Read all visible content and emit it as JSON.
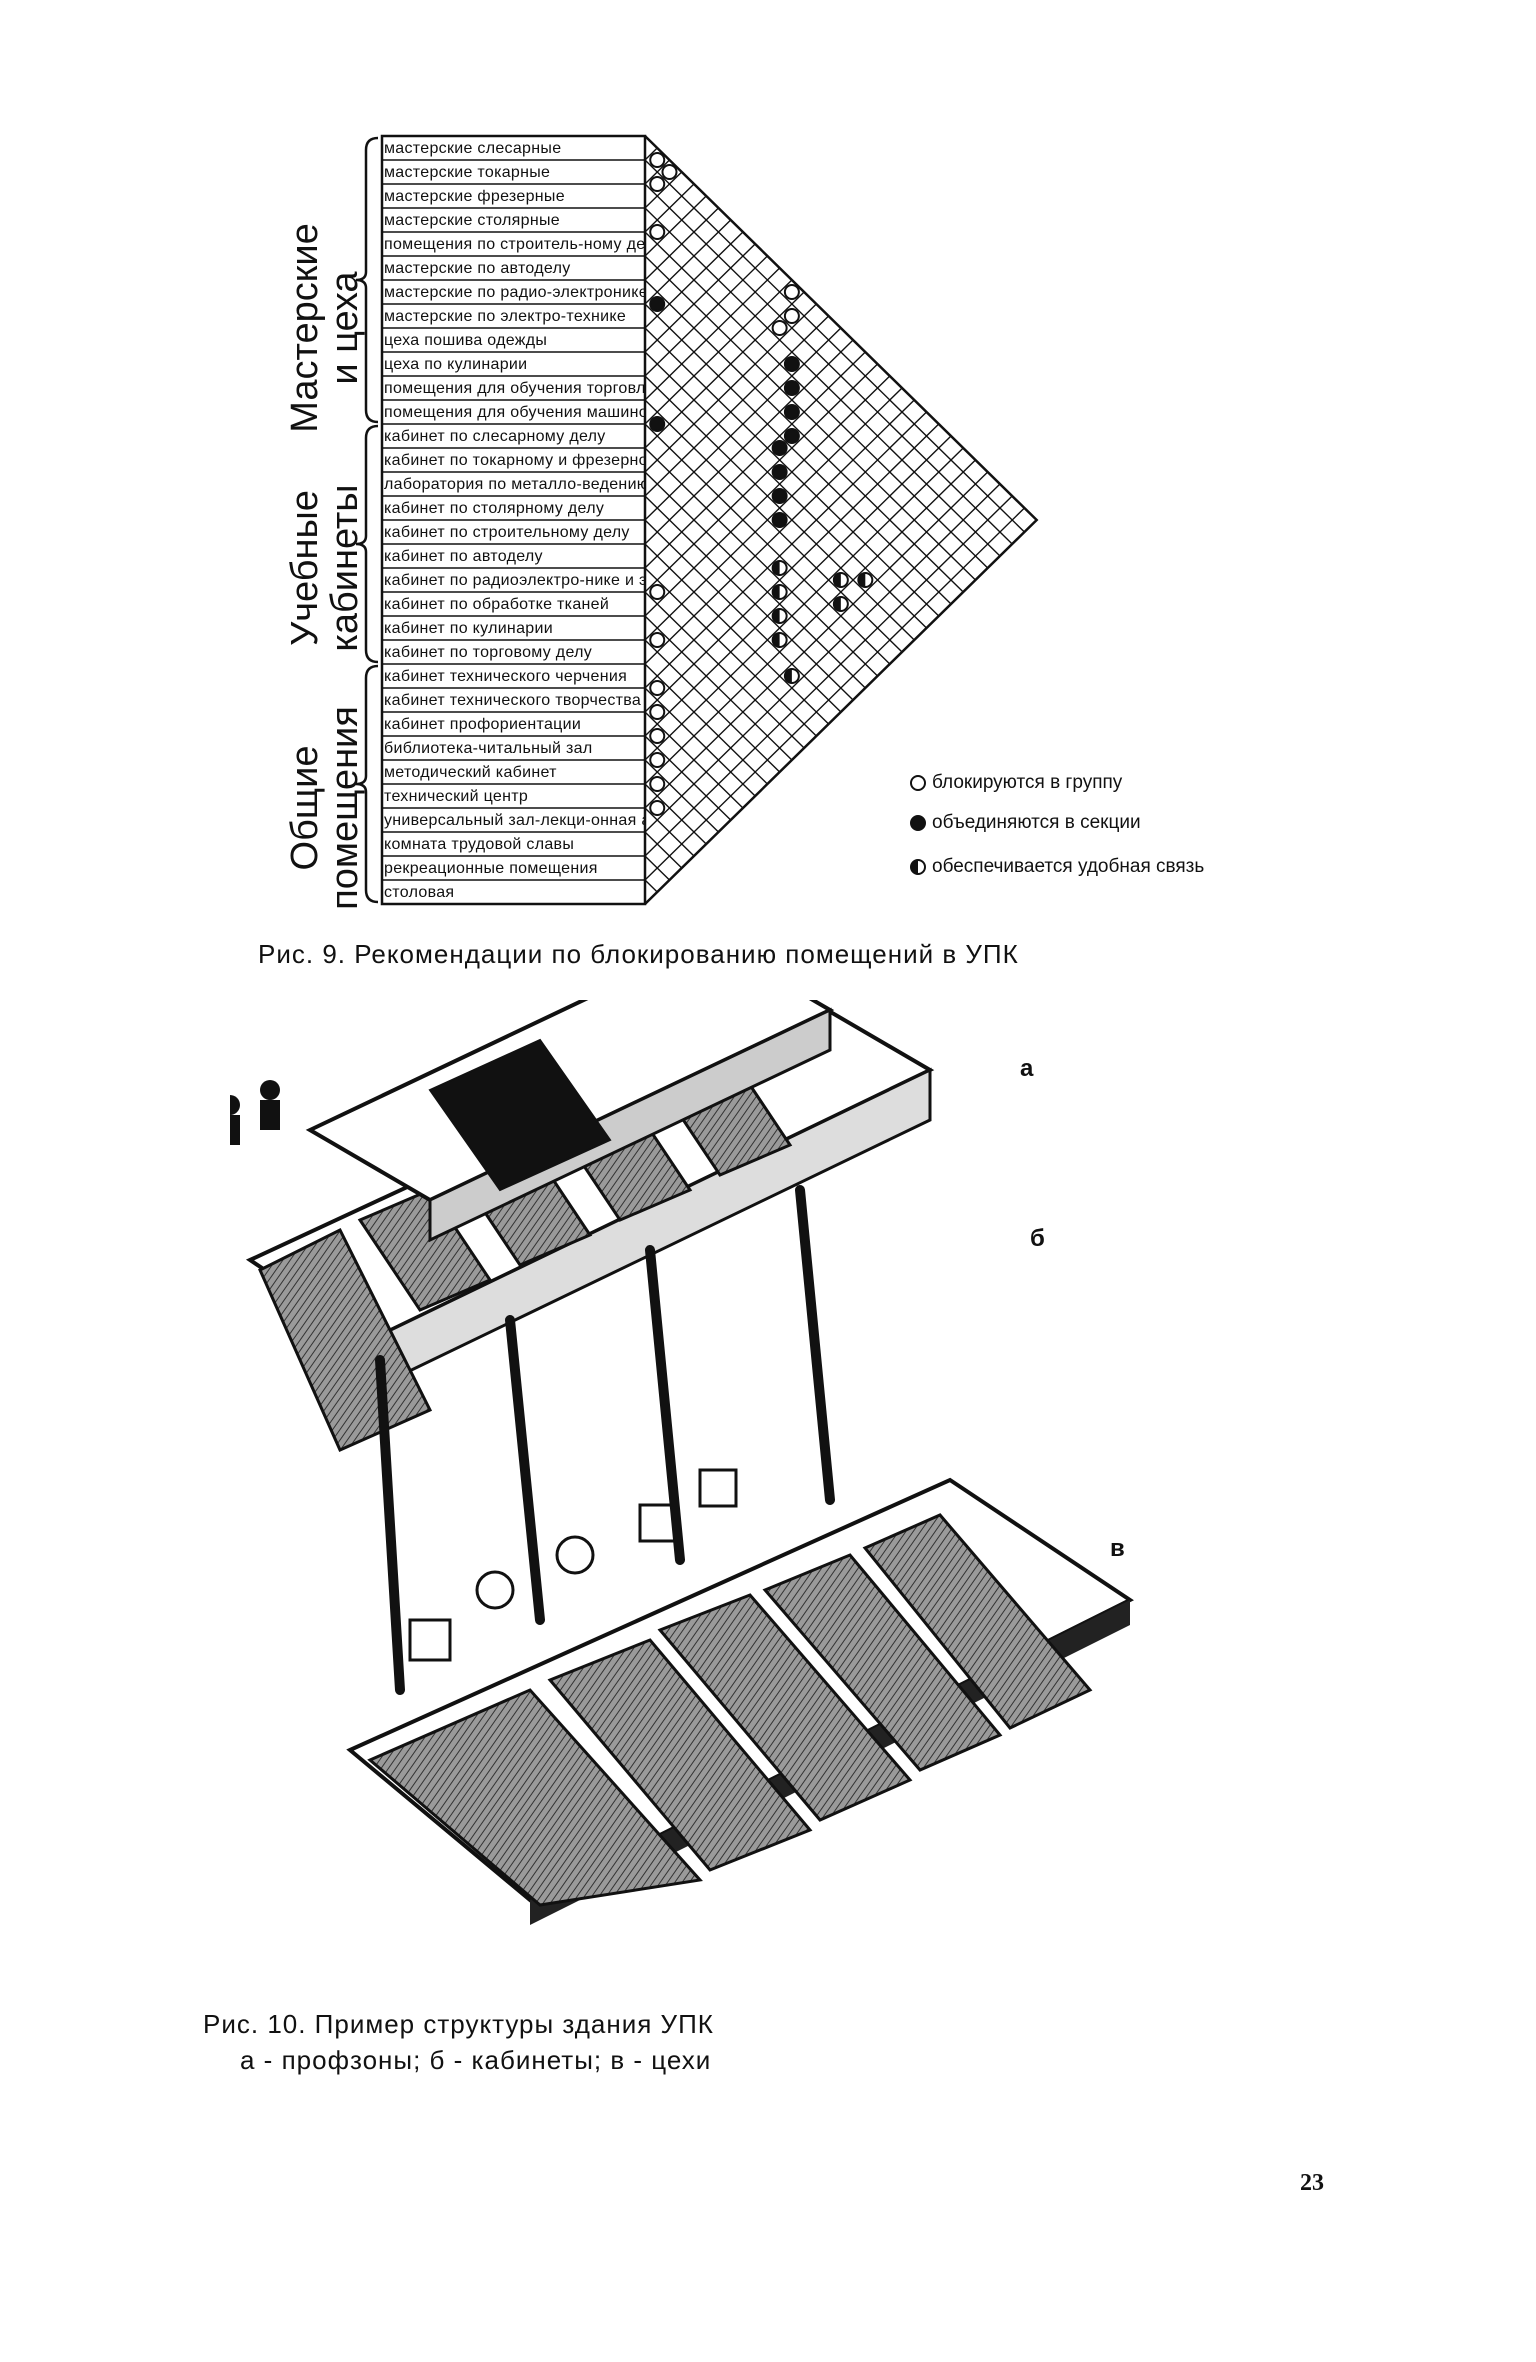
{
  "figure9": {
    "groups": [
      {
        "label_line1": "Мастерские",
        "label_line2": "и цеха"
      },
      {
        "label_line1": "Учебные",
        "label_line2": "кабинеты"
      },
      {
        "label_line1": "Общие",
        "label_line2": "помещения"
      }
    ],
    "rows": [
      "мастерские слесарные",
      "мастерские токарные",
      "мастерские фрезерные",
      "мастерские столярные",
      "помещения по строитель-ному делу",
      "мастерские по автоделу",
      "мастерские по радио-электронике",
      "мастерские по электро-технике",
      "цеха пошива одежды",
      "цеха по кулинарии",
      "помещения для обучения торговле",
      "помещения для обучения машинописи",
      "кабинет по слесарному делу",
      "кабинет по токарному и фрезерному делу",
      "лаборатория по металло-ведению",
      "кабинет по столярному делу",
      "кабинет по строительному делу",
      "кабинет по автоделу",
      "кабинет по радиоэлектро-нике и электротехнике",
      "кабинет по обработке тканей",
      "кабинет по кулинарии",
      "кабинет по торговому делу",
      "кабинет технического черчения",
      "кабинет технического творчества",
      "кабинет профориентации",
      "библиотека-читальный зал",
      "методический кабинет",
      "технический центр",
      "универсальный зал-лекци-онная аудитория",
      "комната трудовой славы",
      "рекреационные помещения",
      "столовая"
    ],
    "legend": [
      {
        "symbol": "open",
        "text": "блокируются в группу"
      },
      {
        "symbol": "filled",
        "text": "объединяются в секции"
      },
      {
        "symbol": "half",
        "text": "обеспечивается удобная связь"
      }
    ],
    "caption": "Рис. 9. Рекомендации по блокированию помещений в УПК"
  },
  "figure10": {
    "zone_a": "а",
    "zone_b": "б",
    "zone_v": "в",
    "caption_line1": "Рис. 10. Пример структуры здания УПК",
    "caption_line2": "а - профзоны; б - кабинеты; в - цехи"
  },
  "page_number": "23"
}
